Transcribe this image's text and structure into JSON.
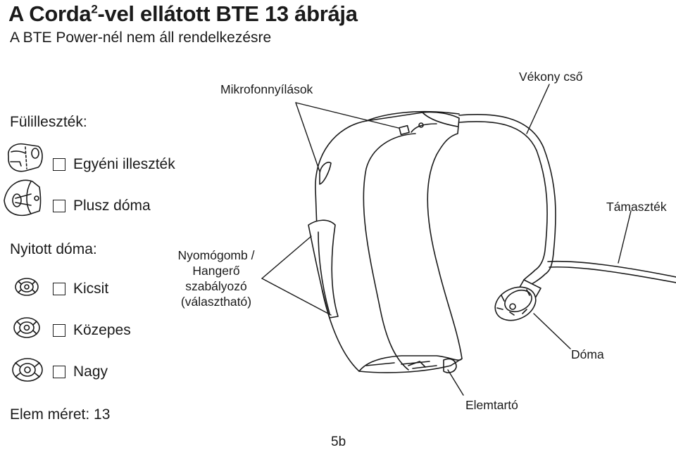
{
  "header": {
    "title_main": "A Corda",
    "title_sup": "2",
    "title_rest": "-vel ellátott BTE 13 ábrája",
    "subtitle": "A BTE Power-nél nem áll rendelkezésre"
  },
  "earpieces": {
    "heading": "Fülilleszték:",
    "options": [
      {
        "label": "Egyéni illeszték",
        "icon": "custom-mould-icon"
      },
      {
        "label": "Plusz dóma",
        "icon": "plus-dome-icon"
      }
    ]
  },
  "open_dome": {
    "heading": "Nyitott dóma:",
    "options": [
      {
        "label": "Kicsit",
        "icon": "dome-small-icon"
      },
      {
        "label": "Közepes",
        "icon": "dome-medium-icon"
      },
      {
        "label": "Nagy",
        "icon": "dome-large-icon"
      }
    ]
  },
  "battery": {
    "label": "Elem méret: 13"
  },
  "callouts": {
    "microphone": "Mikrofonnyílások",
    "thin_tube": "Vékony cső",
    "support": "Támaszték",
    "button_line1": "Nyomógomb /",
    "button_line2": "Hangerő",
    "button_line3": "szabályozó",
    "button_line4": "(választható)",
    "dome": "Dóma",
    "battery_door": "Elemtartó"
  },
  "page_number": "5b"
}
